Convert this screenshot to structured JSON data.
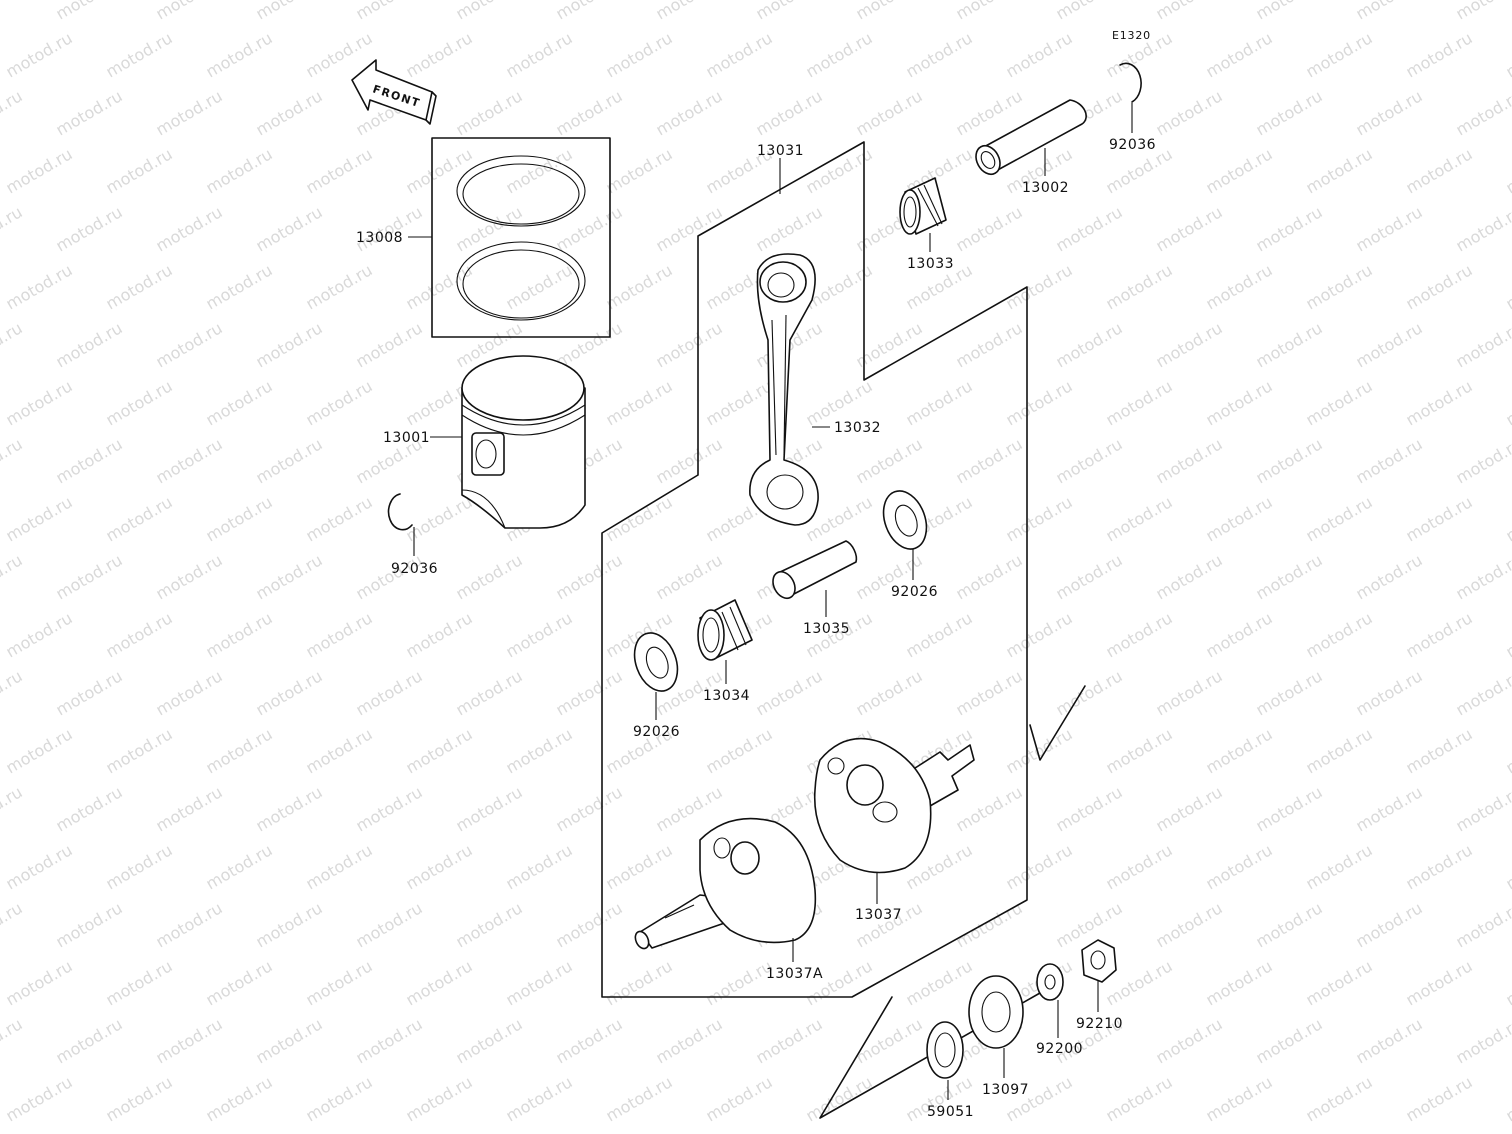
{
  "watermark": "motod.ru",
  "diagram_code": "E1320",
  "front_label": "FRONT",
  "parts": {
    "piston_ring_set": "13008",
    "piston": "13001",
    "piston_pin_clip_left": "92036",
    "piston_pin_clip_right": "92036",
    "piston_pin": "13002",
    "small_end_bearing": "13033",
    "connecting_rod_assy": "13031",
    "connecting_rod": "13032",
    "crank_pin": "13035",
    "big_end_bearing": "13034",
    "thrust_washer_upper": "92026",
    "thrust_washer_lower": "92026",
    "crankshaft_right": "13037",
    "crankshaft_left": "13037A",
    "sprocket": "59051",
    "primary_gear": "13097",
    "washer": "92200",
    "nut": "92210"
  }
}
